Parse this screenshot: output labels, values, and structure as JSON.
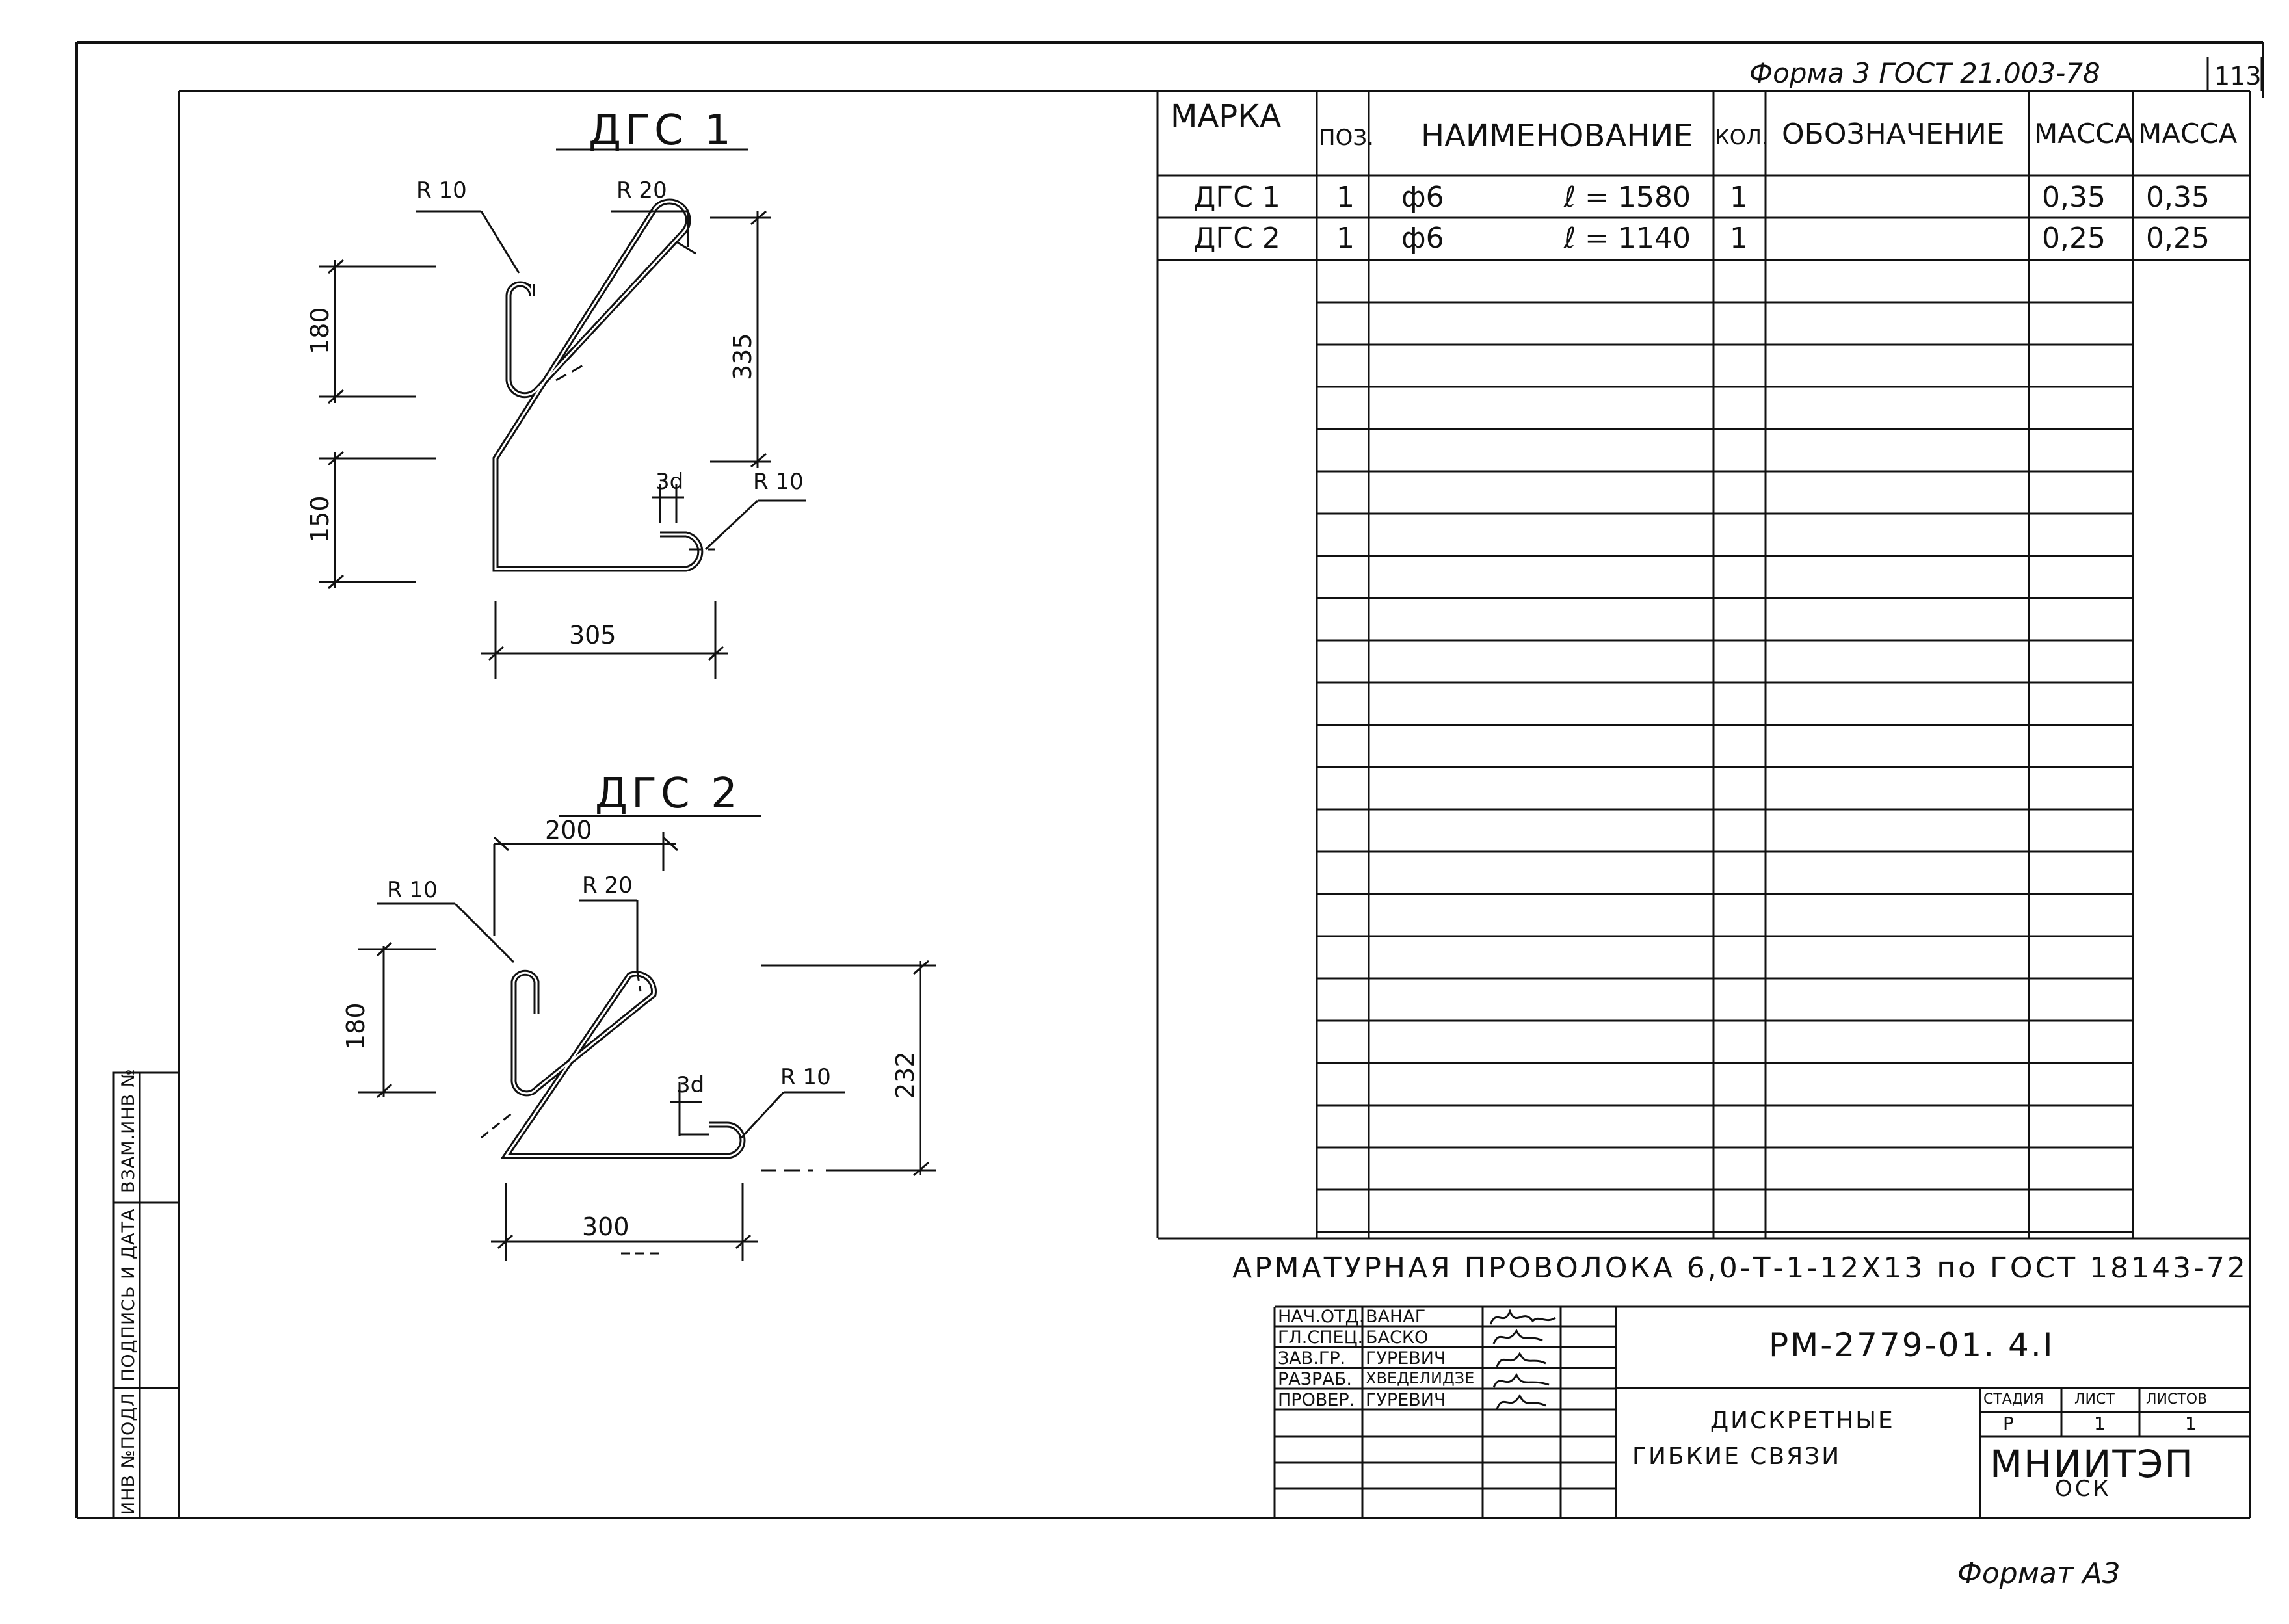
{
  "page_header": {
    "form_note": "Форма 3 ГОСТ 21.003-78",
    "sheet_number": "113"
  },
  "drawings": [
    {
      "title": "ДГС 1",
      "labels": {
        "r_small": "R 10",
        "r_top": "R 20",
        "r_bottom": "R 10",
        "hook": "3d"
      },
      "dims": {
        "h_top": "180",
        "h_bottom": "150",
        "h_total": "335",
        "width": "305"
      }
    },
    {
      "title": "ДГС 2",
      "labels": {
        "r_small": "R 10",
        "r_top": "R 20",
        "r_bottom": "R 10",
        "hook": "3d"
      },
      "dims": {
        "h_top": "180",
        "h_total": "232",
        "top_width": "200",
        "width": "300"
      }
    }
  ],
  "spec_table": {
    "headers": {
      "mark": "МАРКА",
      "pos": "ПОЗ.",
      "name": "НАИМЕНОВАНИЕ",
      "qty": "КОЛ.",
      "designation": "ОБОЗНАЧЕНИЕ",
      "mass1": "МАССА",
      "mass2": "МАССА"
    },
    "rows": [
      {
        "mark": "ДГС 1",
        "pos": "1",
        "diam": "ф6",
        "length": "ℓ = 1580",
        "qty": "1",
        "designation": "",
        "mass1": "0,35",
        "mass2": "0,35"
      },
      {
        "mark": "ДГС 2",
        "pos": "1",
        "diam": "ф6",
        "length": "ℓ = 1140",
        "qty": "1",
        "designation": "",
        "mass1": "0,25",
        "mass2": "0,25"
      }
    ]
  },
  "material_note": "АРМАТУРНАЯ ПРОВОЛОКА 6,0-Т-1-12Х13 по ГОСТ 18143-72",
  "title_block": {
    "doc_code": "РМ-2779-01. 4.I",
    "title_line1": "ДИСКРЕТНЫЕ",
    "title_line2": "ГИБКИЕ СВЯЗИ",
    "stage_label": "СТАДИЯ",
    "sheet_label": "ЛИСТ",
    "sheets_label": "ЛИСТОВ",
    "stage": "Р",
    "sheet": "1",
    "sheets": "1",
    "org_main": "МНИИТЭП",
    "org_sub": "ОСК",
    "signatures": [
      {
        "role": "НАЧ.ОТД.",
        "name": "ВАНАГ"
      },
      {
        "role": "ГЛ.СПЕЦ.",
        "name": "БАСКО"
      },
      {
        "role": "ЗАВ.ГР.",
        "name": "ГУРЕВИЧ"
      },
      {
        "role": "РАЗРАБ.",
        "name": "ХВЕДЕЛИДЗЕ"
      },
      {
        "role": "ПРОВЕР.",
        "name": "ГУРЕВИЧ"
      }
    ]
  },
  "side_stamp": {
    "inv_podl": "ИНВ №ПОДЛ",
    "sign_date": "ПОДПИСЬ И ДАТА",
    "vzam_inv": "ВЗАМ.ИНВ №"
  },
  "format_note": "Формат А3"
}
